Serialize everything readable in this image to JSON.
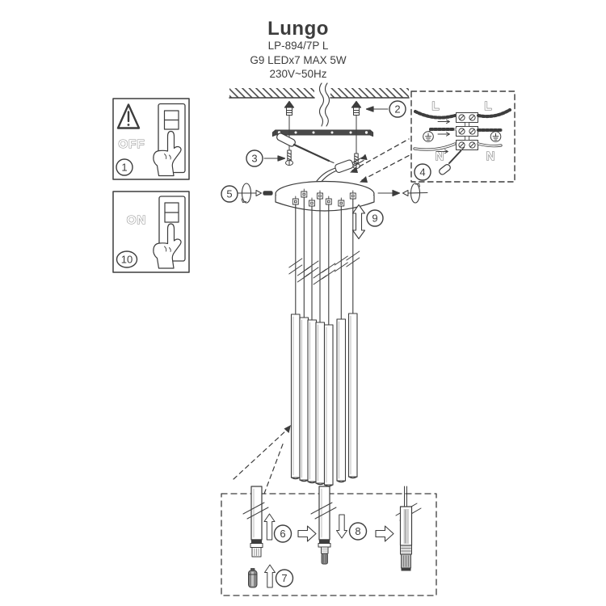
{
  "product": {
    "title": "Lungo",
    "model": "LP-894/7P L",
    "lamps": "G9 LEDx7 MAX 5W",
    "power": "230V~50Hz"
  },
  "labels": {
    "off": "OFF",
    "on": "ON",
    "live_left": "L",
    "live_right": "L",
    "neutral_left": "N",
    "neutral_right": "N"
  },
  "steps": {
    "power_off": "1",
    "wall_plug": "2",
    "screw": "3",
    "wiring": "4",
    "grub_screw": "5",
    "socket": "6",
    "bulb": "7",
    "insert_bulb": "8",
    "adjust_height": "9",
    "power_on": "10"
  },
  "icons": {
    "warning_icon": "!",
    "earth_icon": "⏚",
    "rotation_icon": "↻",
    "up_down_arrow_icon": "↕",
    "block_arrow_icon": "⇨",
    "hand_press_icon": "☝",
    "screwdriver_icon": "🪛",
    "wall_anchor_icon": "▲"
  },
  "colors": {
    "line": "#3d3d3d",
    "outline-text": "#8f8f8f",
    "paper": "#ffffff"
  }
}
